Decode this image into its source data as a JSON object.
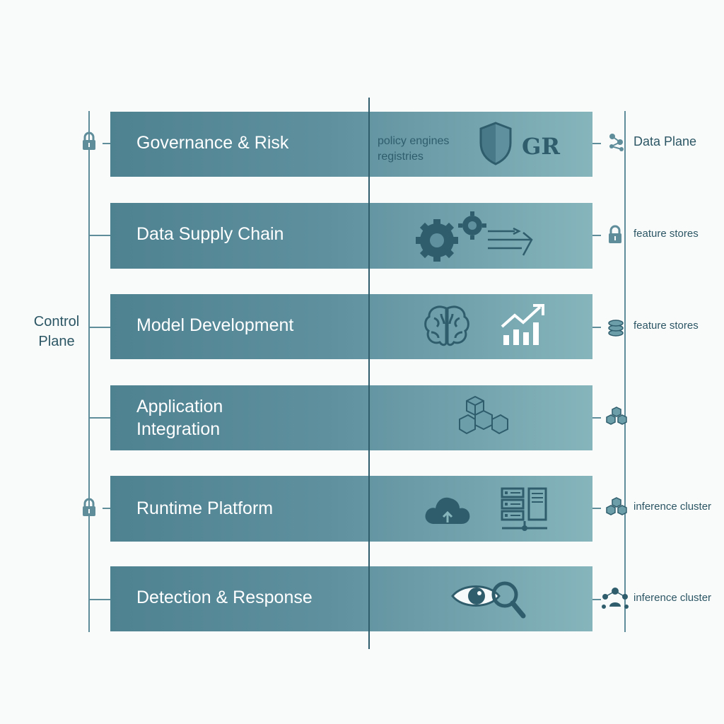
{
  "left_label": "Control\nPlane",
  "layers": [
    {
      "title": "Governance & Risk",
      "sub": [
        "policy engines",
        "registries"
      ],
      "badge": "GR",
      "icons": [
        "shield-icon"
      ],
      "right_label": "Data Plane",
      "right_icon": "people-network-icon",
      "left_marker": "lock-icon"
    },
    {
      "title": "Data Supply Chain",
      "icons": [
        "gears-icon",
        "arrows-right-icon"
      ],
      "right_label": "feature stores",
      "right_icon": "lock-icon"
    },
    {
      "title": "Model Development",
      "icons": [
        "brain-icon",
        "growth-chart-icon"
      ],
      "right_label": "feature stores",
      "right_icon": "database-icon"
    },
    {
      "title": "Application\nIntegration",
      "icons": [
        "cubes-icon"
      ],
      "right_label": "",
      "right_icon": "cubes-icon"
    },
    {
      "title": "Runtime Platform",
      "icons": [
        "cloud-upload-icon",
        "server-icon"
      ],
      "right_label": "inference cluster",
      "right_icon": "cubes-icon",
      "left_marker": "lock-icon"
    },
    {
      "title": "Detection & Response",
      "icons": [
        "eye-icon",
        "magnifier-icon"
      ],
      "right_label": "inference cluster",
      "right_icon": "people-network-icon"
    }
  ],
  "colors": {
    "band_dark": "#4f8291",
    "band_light": "#86b5bc",
    "icon": "#2f5d6c",
    "line": "#5f8d9a",
    "text": "#2c5664"
  }
}
